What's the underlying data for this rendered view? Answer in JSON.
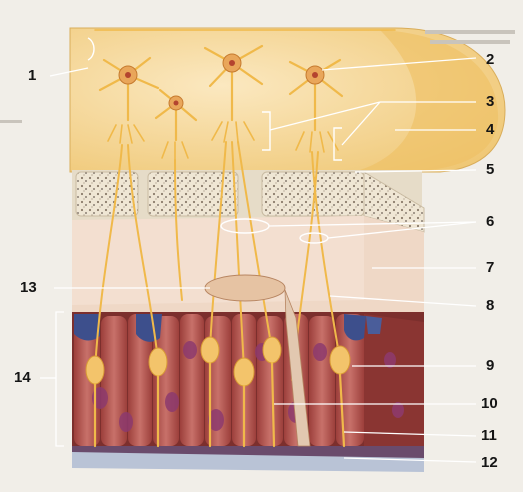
{
  "labels": {
    "l1": "1",
    "l2": "2",
    "l3": "3",
    "l4": "4",
    "l5": "5",
    "l6": "6",
    "l7": "7",
    "l8": "8",
    "l9": "9",
    "l10": "10",
    "l11": "11",
    "l12": "12",
    "l13": "13",
    "l14": "14"
  },
  "colors": {
    "bulb": "#f2cf86",
    "neuron": "#f3c46b",
    "bone": "#efe6d4",
    "dura": "#f0d8c6",
    "cells": "#b85a55",
    "basal": "#3d4f8c",
    "mucus": "#b9c3d6"
  }
}
